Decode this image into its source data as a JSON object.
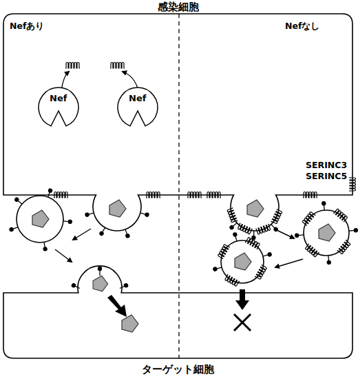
{
  "diagram": {
    "nodes": [
      {
        "text": [
          "感染細胞"
        ]
      },
      {
        "text": [
          "Nef"
        ],
        "in": 0
      },
      {
        "text": [
          "Nef"
        ],
        "in": 0
      },
      {
        "text": [
          "ターゲット細胞"
        ]
      }
    ],
    "labels": [
      "Nefあり",
      "Nefなし",
      "SERINC3 SERINC5"
    ]
  }
}
